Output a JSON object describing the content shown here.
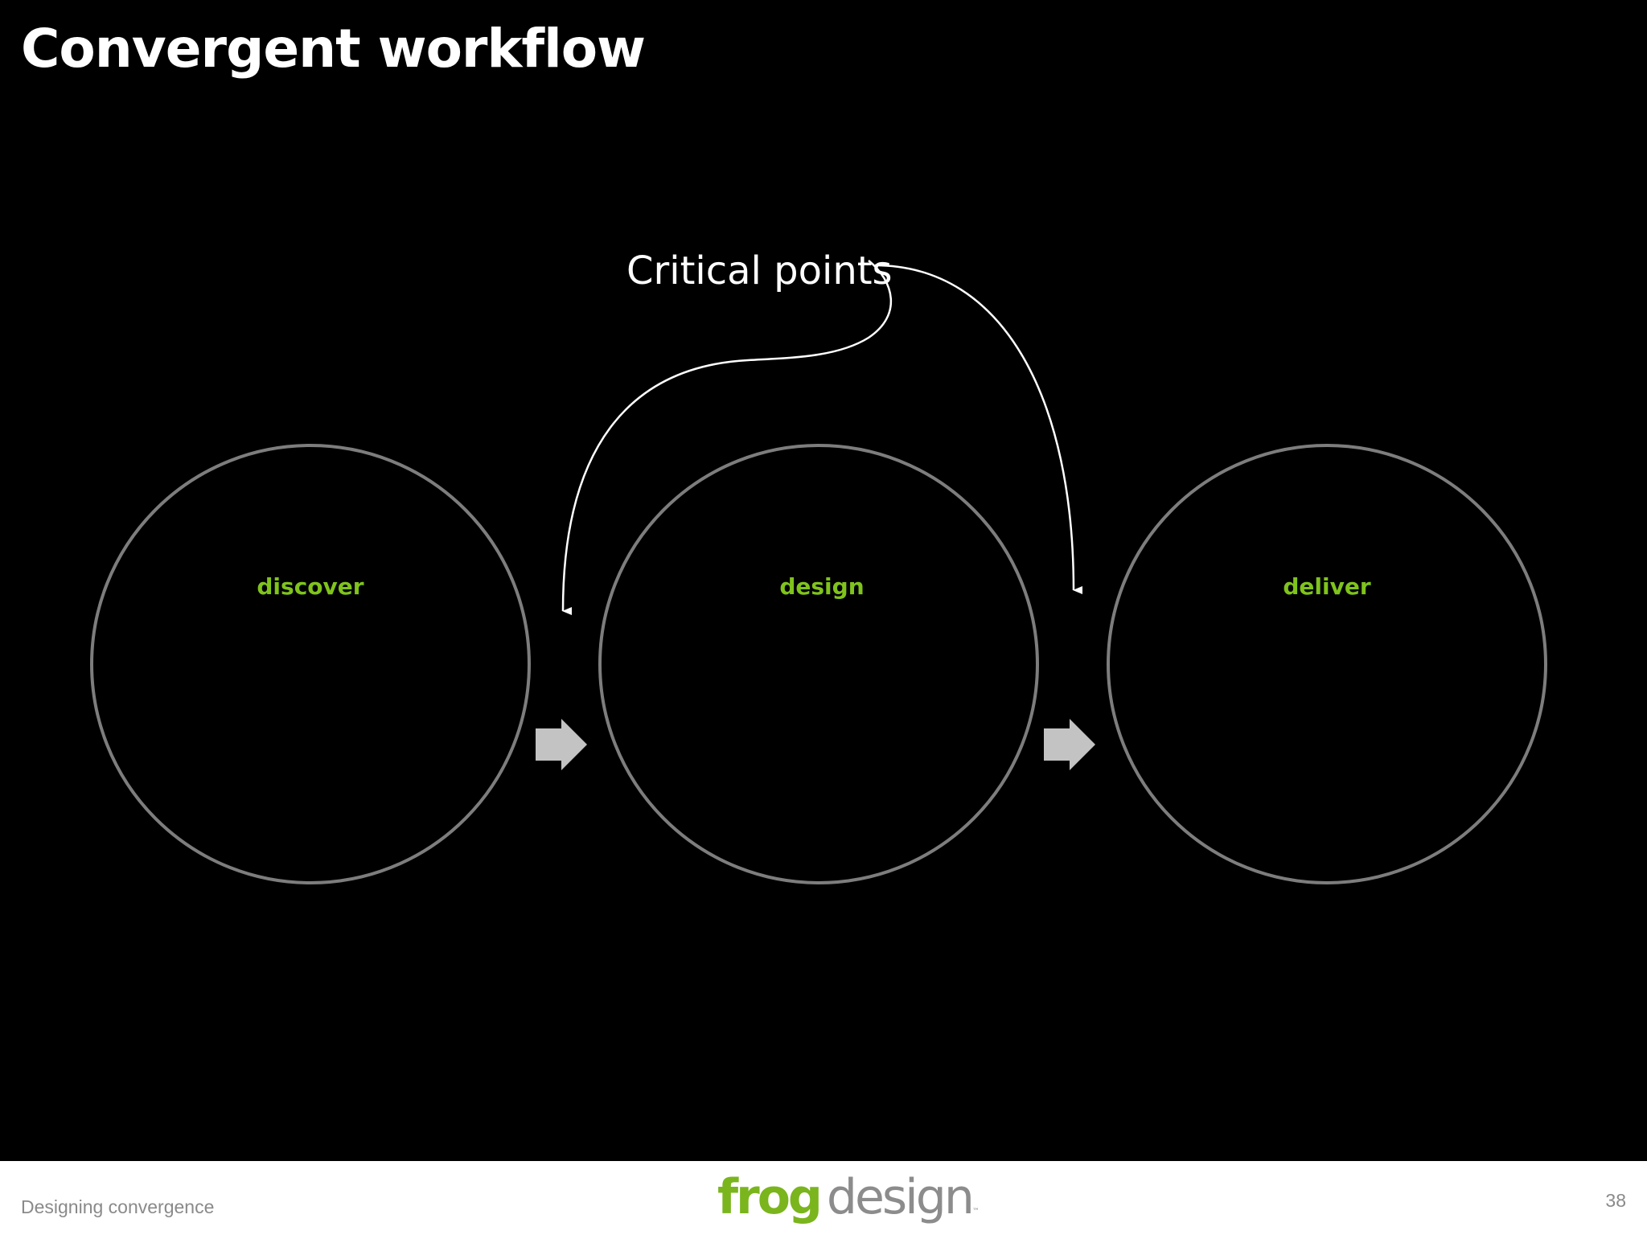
{
  "slide": {
    "title": "Convergent workflow",
    "background_color": "#000000"
  },
  "diagram": {
    "stages": [
      {
        "label": "discover"
      },
      {
        "label": "design"
      },
      {
        "label": "deliver"
      }
    ],
    "callout": {
      "label": "Critical points"
    },
    "colors": {
      "stage_label": "#7fc31c",
      "circle_stroke": "#7d7d7d",
      "flow_arrow": "#c3c3c3",
      "callout_line": "#ffffff"
    }
  },
  "footer": {
    "text": "Designing convergence",
    "logo": {
      "word1": "frog",
      "word2": "design",
      "mark": "™"
    },
    "page_number": "38"
  }
}
